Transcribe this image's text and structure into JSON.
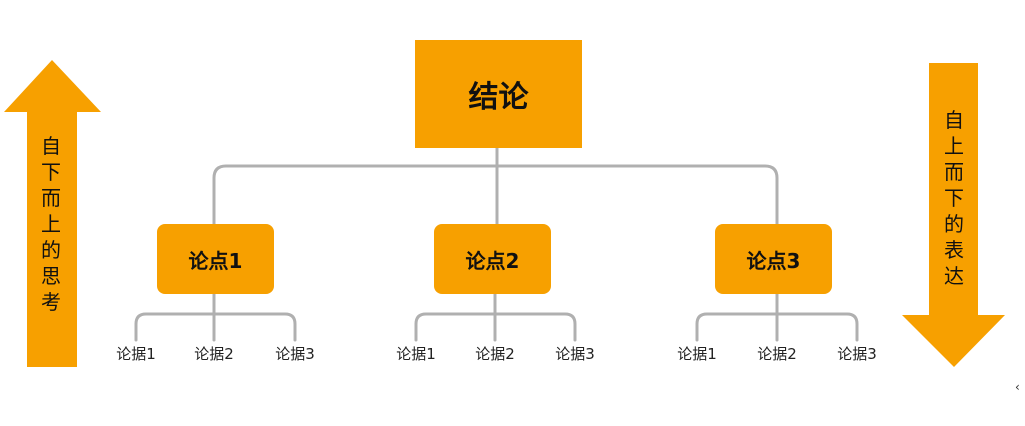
{
  "conclusion": "结论",
  "points": [
    "论点1",
    "论点2",
    "论点3"
  ],
  "evidence": [
    "论据1",
    "论据2",
    "论据3"
  ],
  "left_arrow_text": "自下而上的思考",
  "right_arrow_text": "自上而下的表达",
  "colors": {
    "accent": "#f7a000",
    "connector": "#b0b0b0"
  }
}
